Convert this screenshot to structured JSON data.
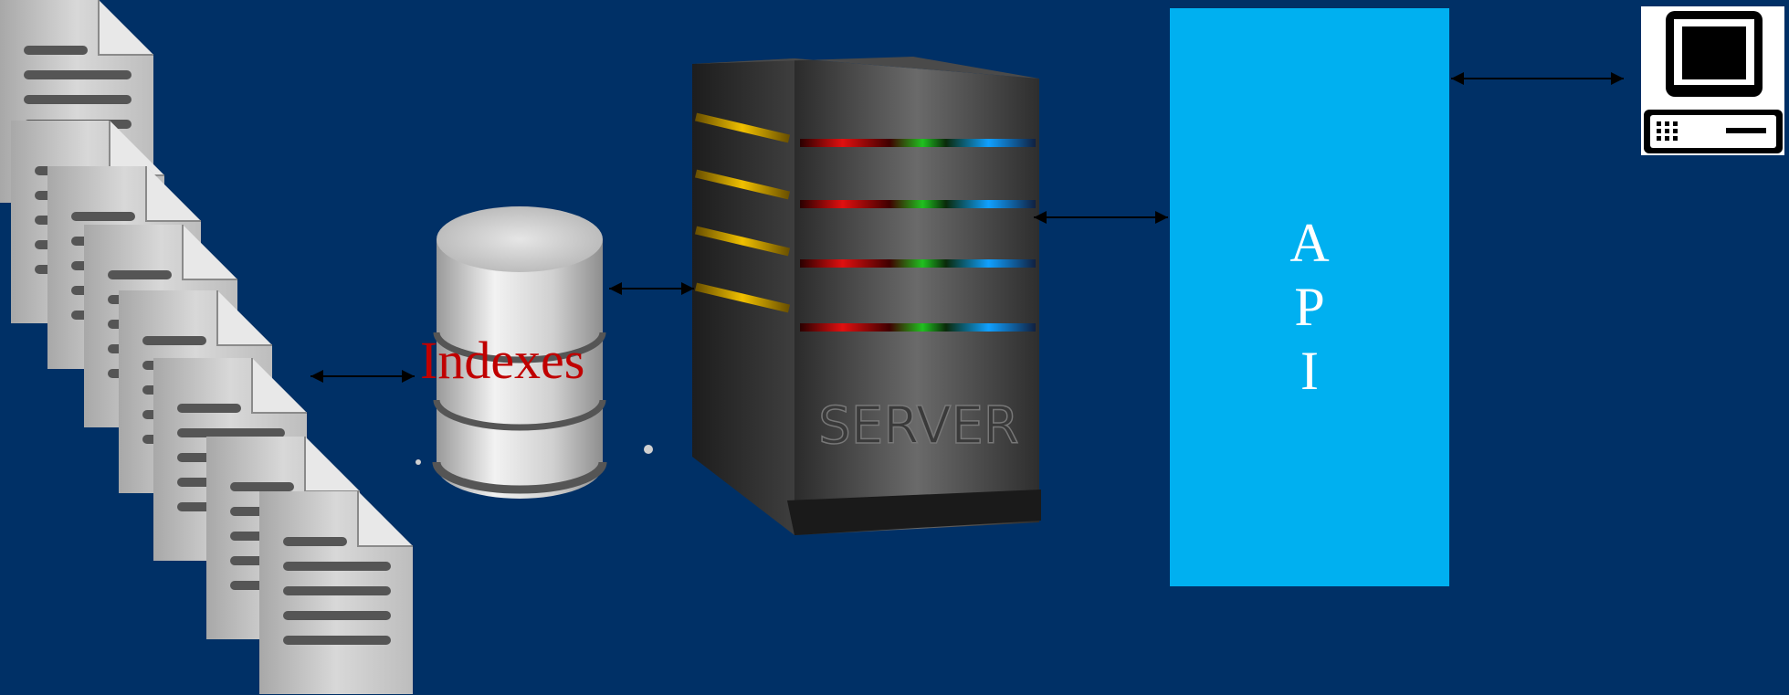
{
  "diagram": {
    "index_label": "Indexes",
    "server_label": "SERVER",
    "api_letters": [
      "A",
      "P",
      "I"
    ],
    "icons": {
      "documents": "document-stack-icon",
      "database": "database-cylinder-icon",
      "server": "server-tower-icon",
      "computer": "desktop-computer-icon"
    },
    "colors": {
      "background": "#003066",
      "api_box": "#00b0f0",
      "index_text": "#c00000",
      "api_text": "#ffffff"
    },
    "connections": [
      {
        "from": "documents",
        "to": "database",
        "type": "bidirectional"
      },
      {
        "from": "database",
        "to": "server",
        "type": "bidirectional"
      },
      {
        "from": "server",
        "to": "api",
        "type": "bidirectional"
      },
      {
        "from": "api",
        "to": "computer",
        "type": "bidirectional"
      }
    ]
  }
}
